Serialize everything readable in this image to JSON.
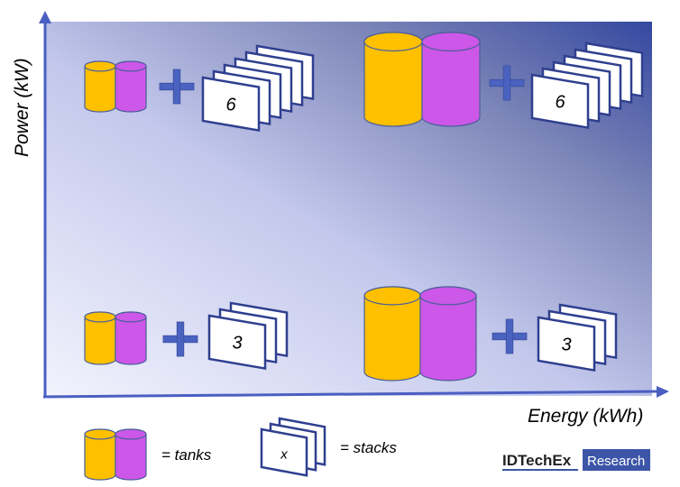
{
  "diagram": {
    "axes": {
      "y_label": "Power (kW)",
      "x_label": "Energy (kWh)"
    },
    "colors": {
      "axis": "#4a5fc1",
      "tank_a": "#ffc000",
      "tank_b": "#cc57e8",
      "tank_outline": "#4a5f9a",
      "stack_outline": "#2f3f8f",
      "plus": "#4a63c0",
      "gradient_light": "#eef0fb",
      "gradient_dark": "#3a4ea0"
    },
    "quadrants": [
      {
        "id": "low-energy-high-power",
        "tank_size": "small",
        "stack_count": 6,
        "stack_label": "6",
        "position": "top-left"
      },
      {
        "id": "high-energy-high-power",
        "tank_size": "large",
        "stack_count": 6,
        "stack_label": "6",
        "position": "top-right"
      },
      {
        "id": "low-energy-low-power",
        "tank_size": "small",
        "stack_count": 3,
        "stack_label": "3",
        "position": "bottom-left"
      },
      {
        "id": "high-energy-low-power",
        "tank_size": "large",
        "stack_count": 3,
        "stack_label": "3",
        "position": "bottom-right"
      }
    ],
    "legend": {
      "tanks_label": "= tanks",
      "stacks_label": "= stacks",
      "stacks_symbol": "x"
    },
    "logo": {
      "brand": "IDTechEx",
      "badge": "Research",
      "badge_color": "#3d55a8"
    }
  }
}
